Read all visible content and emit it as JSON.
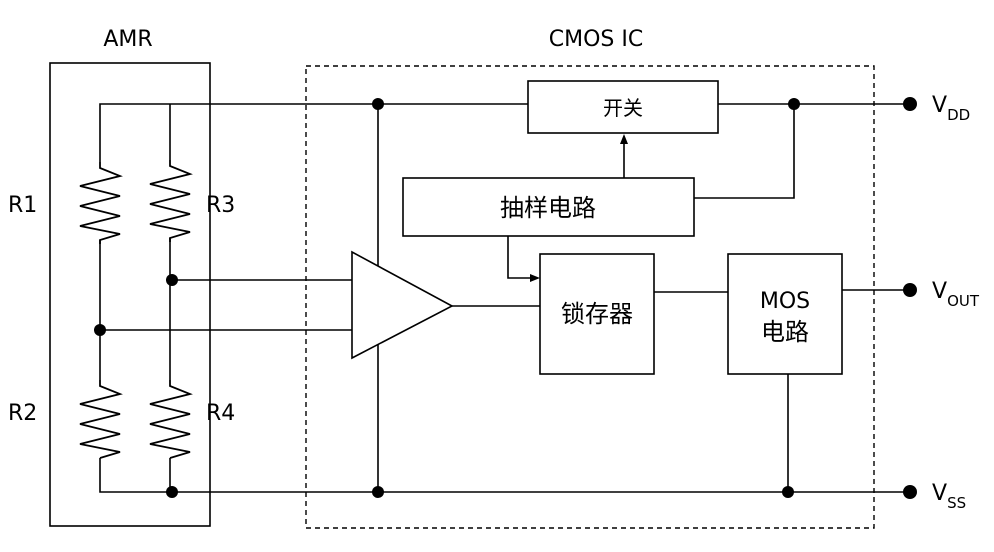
{
  "labels": {
    "amr": "AMR",
    "cmos_ic": "CMOS IC",
    "r1": "R1",
    "r2": "R2",
    "r3": "R3",
    "r4": "R4",
    "switch": "开关",
    "sampling": "抽样电路",
    "latch": "锁存器",
    "mos_line1": "MOS",
    "mos_line2": "电路"
  },
  "pins": {
    "vdd": {
      "main": "V",
      "sub": "DD"
    },
    "vout": {
      "main": "V",
      "sub": "OUT"
    },
    "vss": {
      "main": "V",
      "sub": "SS"
    }
  }
}
